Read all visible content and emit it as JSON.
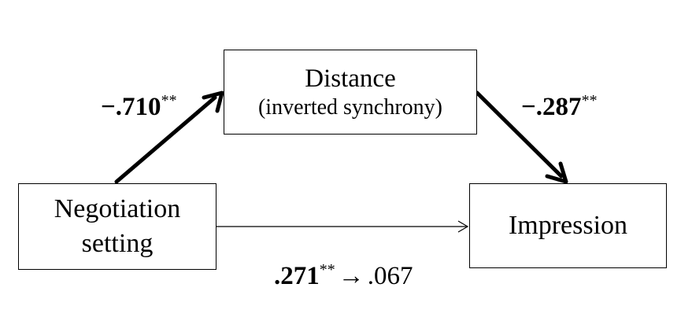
{
  "nodes": {
    "negotiation": {
      "line1": "Negotiation",
      "line2": "setting"
    },
    "distance": {
      "line1": "Distance",
      "line2": "(inverted synchrony)"
    },
    "impression": {
      "label": "Impression"
    }
  },
  "paths": {
    "a": {
      "value": "−.710",
      "significance": "**"
    },
    "b": {
      "value": "−.287",
      "significance": "**"
    },
    "c": {
      "total": ".271",
      "significance": "**",
      "arrow": "→",
      "direct": ".067"
    }
  },
  "colors": {
    "stroke": "#000000",
    "background": "#ffffff"
  }
}
